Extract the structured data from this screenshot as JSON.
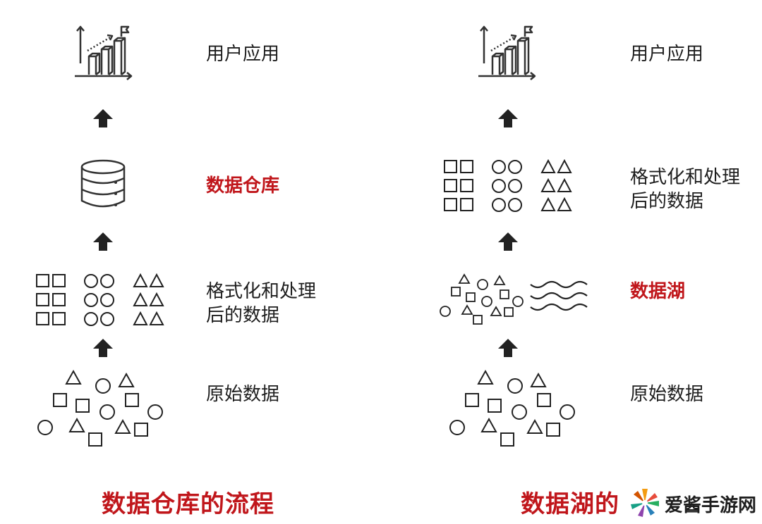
{
  "warehouse": {
    "user_app_label": "用户应用",
    "store_label": "数据仓库",
    "processed_label": "格式化和处理\n后的数据",
    "raw_label": "原始数据",
    "title": "数据仓库的流程"
  },
  "lake": {
    "user_app_label": "用户应用",
    "processed_label": "格式化和处理\n后的数据",
    "store_label": "数据湖",
    "raw_label": "原始数据",
    "title": "数据湖的"
  },
  "watermark": {
    "text": "爱酱手游网",
    "icon": "pinwheel-logo-icon"
  },
  "colors": {
    "accent": "#c0161b",
    "ink": "#1e1e1e"
  }
}
